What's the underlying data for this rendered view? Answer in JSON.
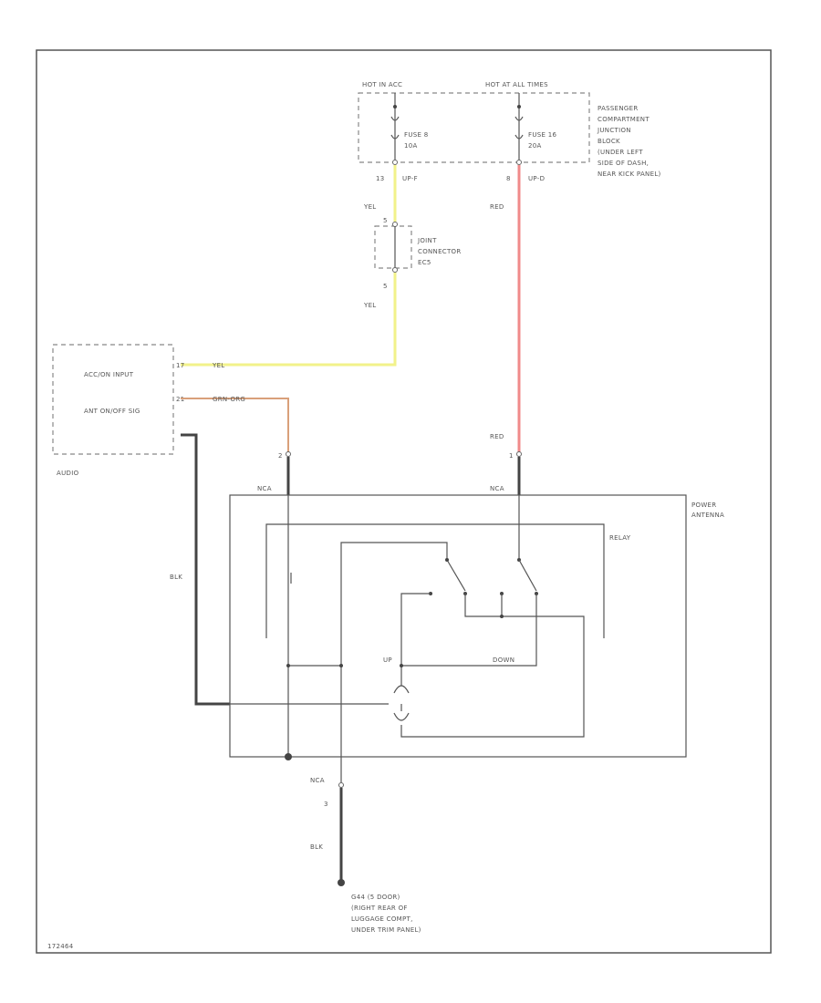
{
  "colors": {
    "yellow_wire": "#f2f28a",
    "red_wire": "#f08a8a",
    "orange_wire": "#d9a07a",
    "black_wire": "#444444"
  },
  "fuse_block": {
    "hot_label_left": "HOT IN ACC",
    "hot_label_right": "HOT AT ALL TIMES",
    "fuse_left_name": "FUSE 8",
    "fuse_left_rating": "10A",
    "fuse_right_name": "FUSE 16",
    "fuse_right_rating": "20A",
    "pin_left": "13",
    "conn_left": "UP-F",
    "pin_right": "8",
    "conn_right": "UP-D",
    "location": [
      "PASSENGER",
      "COMPARTMENT",
      "JUNCTION",
      "BLOCK",
      "(UNDER LEFT",
      "SIDE OF DASH,",
      "NEAR KICK PANEL)"
    ]
  },
  "joint_connector": {
    "lines": [
      "JOINT",
      "CONNECTOR",
      "EC5"
    ],
    "pin_top": "5",
    "pin_bottom": "5"
  },
  "wires": {
    "yel_1": "YEL",
    "yel_2": "YEL",
    "yel_3": "YEL",
    "red_1": "RED",
    "red_2": "RED",
    "grn_org": "GRN-ORG",
    "blk_left": "BLK",
    "blk_bottom": "BLK"
  },
  "audio": {
    "acc_label": "ACC/ON INPUT",
    "ant_label": "ANT ON/OFF SIG",
    "pin_acc": "17",
    "pin_ant": "21",
    "name": "AUDIO"
  },
  "power_antenna": {
    "name_line1": "POWER",
    "name_line2": "ANTENNA",
    "relay": "RELAY",
    "pin_left": "2",
    "pin_right": "1",
    "conn_left": "NCA",
    "conn_right": "NCA",
    "up": "UP",
    "down": "DOWN"
  },
  "ground": {
    "conn": "NCA",
    "pin": "3",
    "lines": [
      "G44 (5 DOOR)",
      "(RIGHT REAR OF",
      "LUGGAGE COMPT,",
      "UNDER TRIM PANEL)"
    ]
  },
  "footer": {
    "code": "172464"
  }
}
